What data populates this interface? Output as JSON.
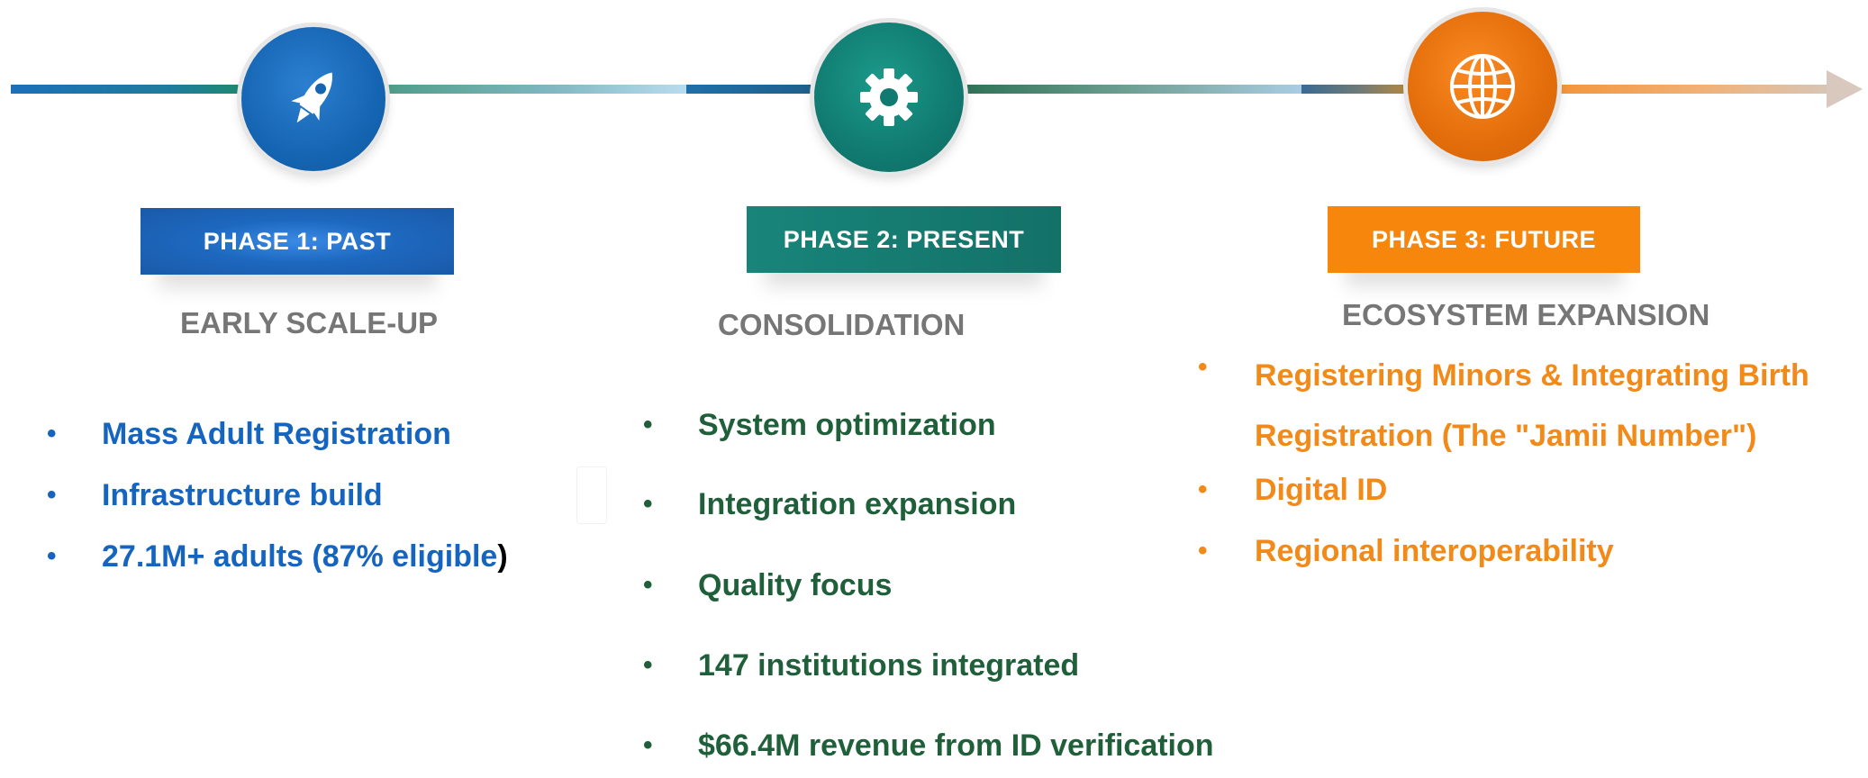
{
  "phases": [
    {
      "badge": "PHASE 1: PAST",
      "title": "EARLY SCALE-UP",
      "icon": "rocket-icon",
      "color": "#1565c0",
      "items": [
        "Mass Adult Registration",
        "Infrastructure build"
      ],
      "stat_main": "27.1M+ adults (87% eligible",
      "stat_paren": ")"
    },
    {
      "badge": "PHASE 2: PRESENT",
      "title": "CONSOLIDATION",
      "icon": "gear-icon",
      "color": "#1f5f3a",
      "items": [
        "System optimization",
        "Integration expansion",
        "Quality focus",
        "147 institutions integrated",
        "$66.4M revenue from ID verification"
      ]
    },
    {
      "badge": "PHASE 3: FUTURE",
      "title": "ECOSYSTEM EXPANSION",
      "icon": "globe-icon",
      "color": "#f28a1a",
      "items": [
        "Registering Minors & Integrating Birth Registration (The \"Jamii Number\")",
        "Digital ID",
        "Regional interoperability"
      ]
    }
  ],
  "bullet": "•"
}
